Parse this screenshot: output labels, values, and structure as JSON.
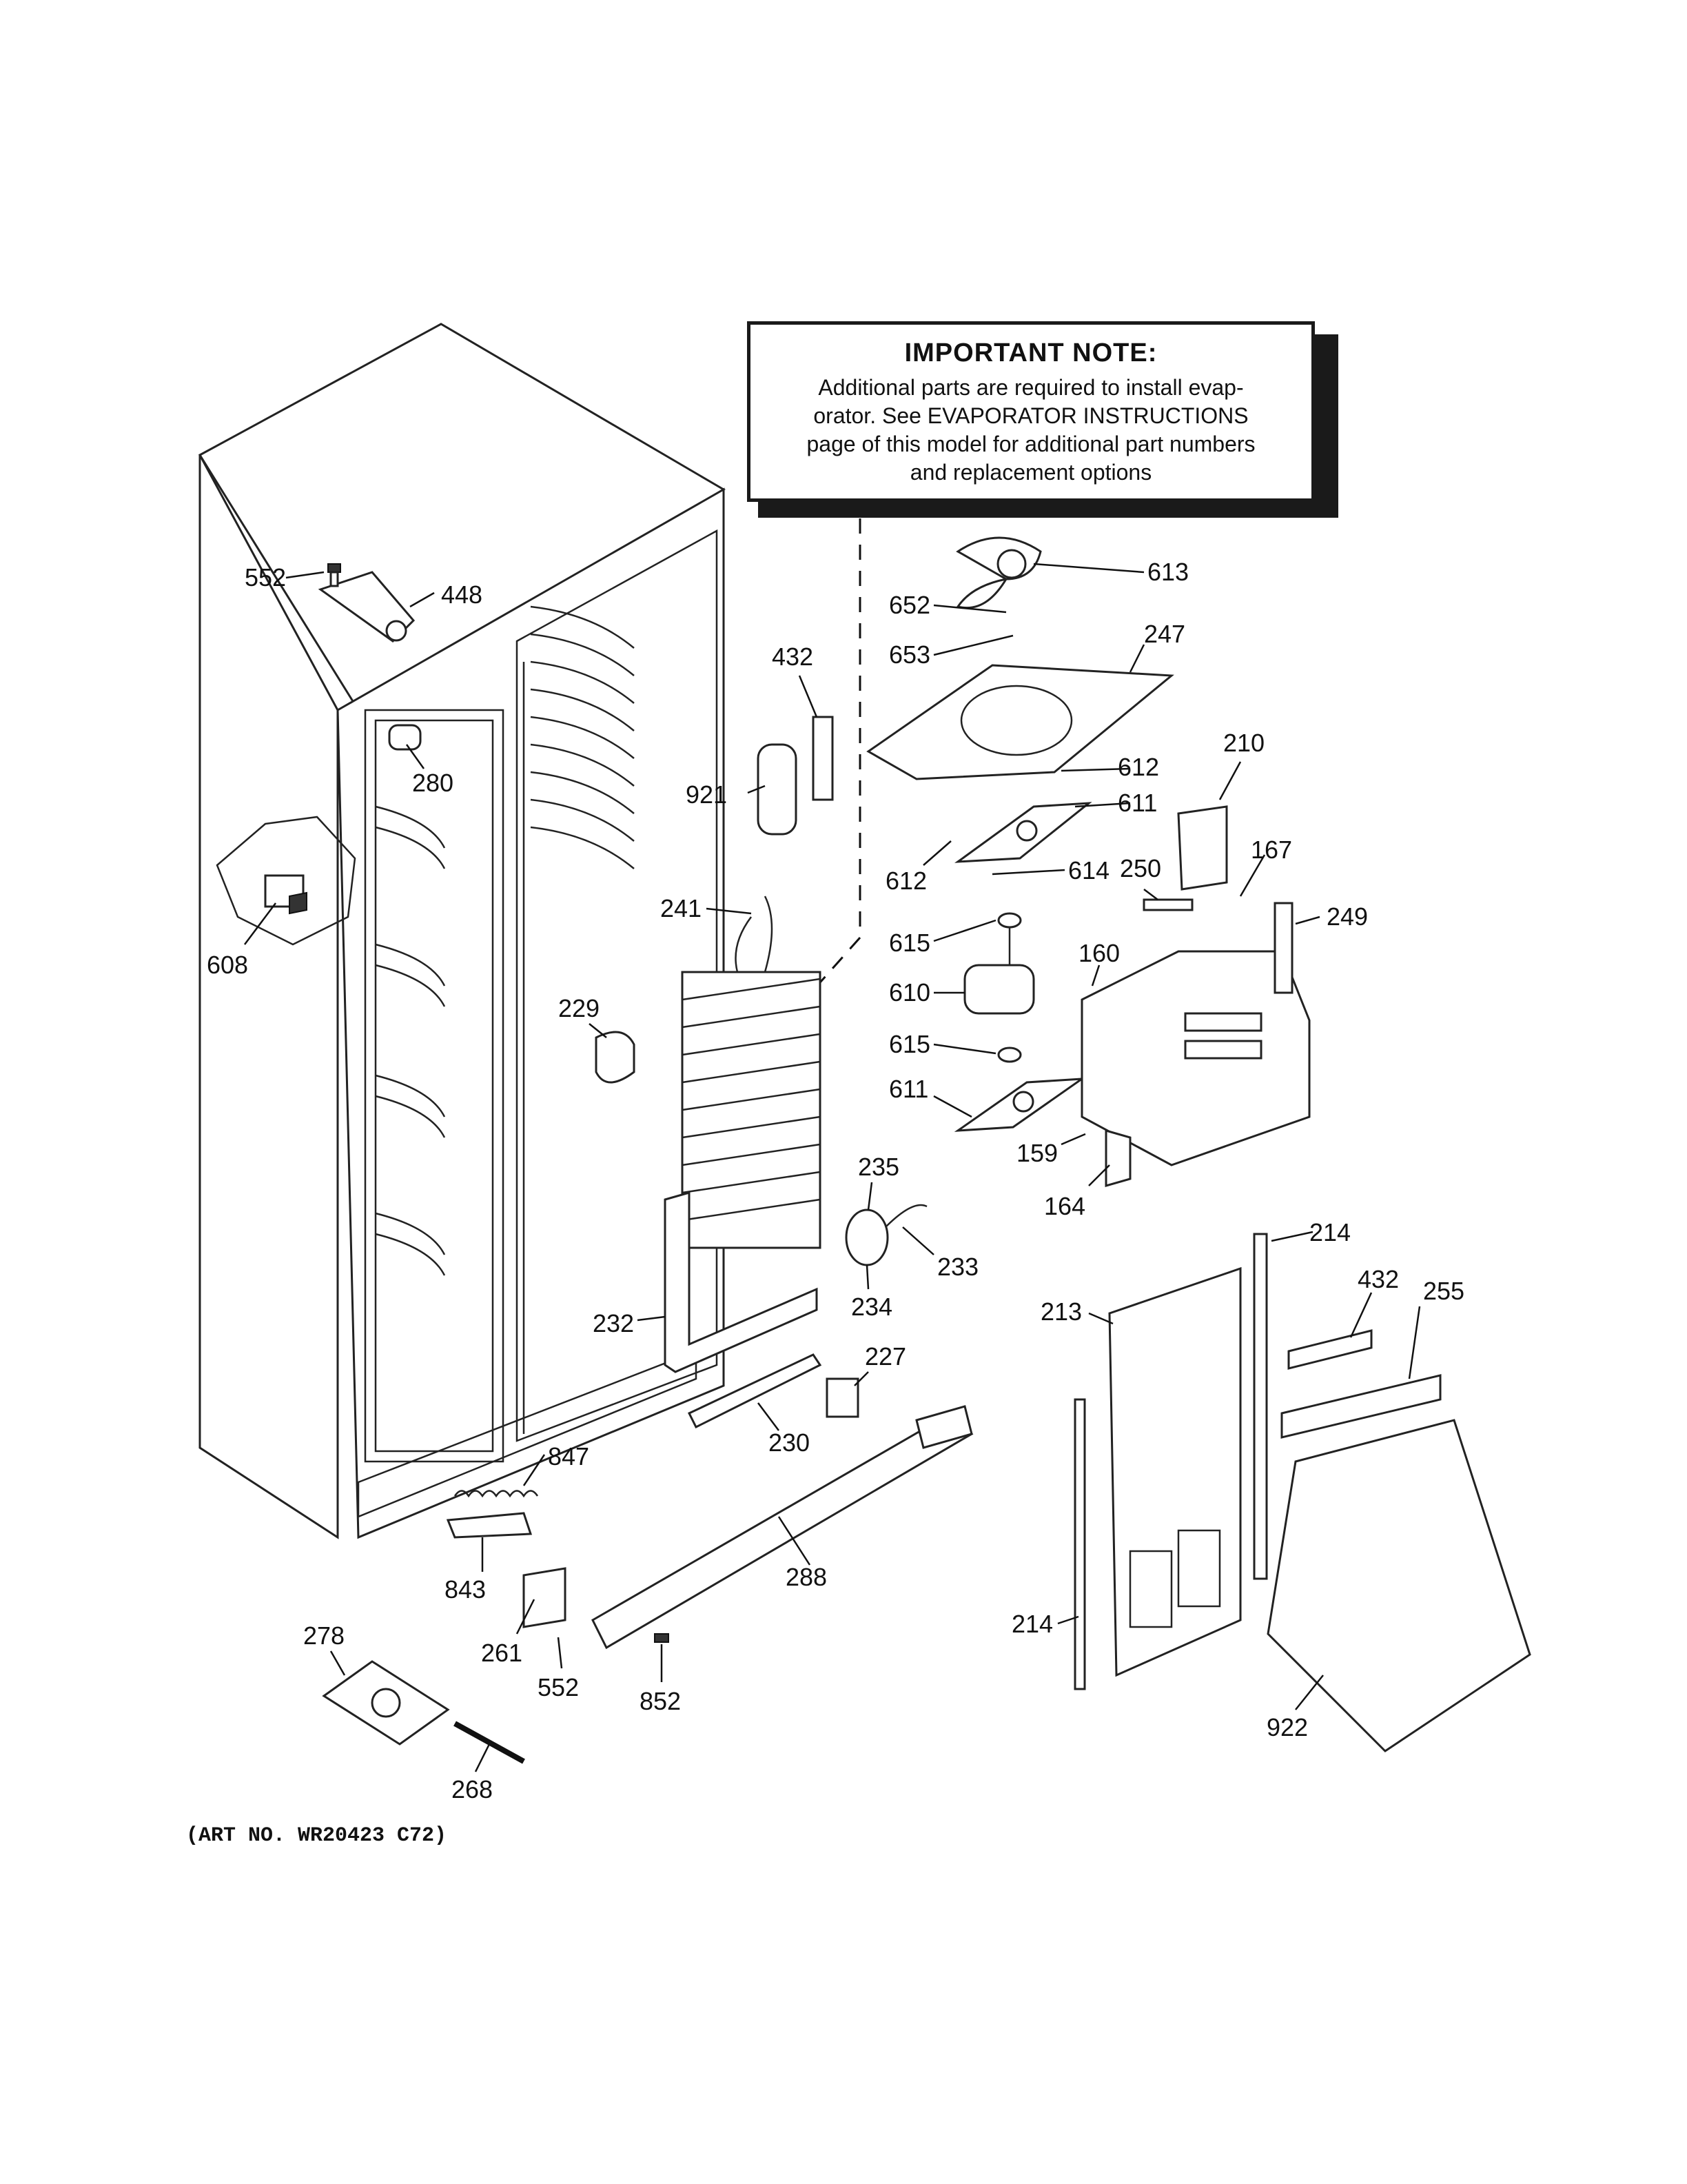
{
  "note": {
    "title": "IMPORTANT NOTE:",
    "lines": [
      "Additional parts are required to install evap-",
      "orator.  See EVAPORATOR INSTRUCTIONS",
      "page of this model for additional part numbers",
      "and replacement options"
    ]
  },
  "art_number": "(ART NO. WR20423 C72)",
  "callouts": {
    "c552a": "552",
    "c448": "448",
    "c280": "280",
    "c608": "608",
    "c432a": "432",
    "c921": "921",
    "c241": "241",
    "c229": "229",
    "c613": "613",
    "c652": "652",
    "c653": "653",
    "c247": "247",
    "c612a": "612",
    "c611a": "611",
    "c612b": "612",
    "c614": "614",
    "c210": "210",
    "c167": "167",
    "c250": "250",
    "c249": "249",
    "c615a": "615",
    "c610": "610",
    "c160": "160",
    "c615b": "615",
    "c611b": "611",
    "c159": "159",
    "c164": "164",
    "c235": "235",
    "c233": "233",
    "c234": "234",
    "c232": "232",
    "c227": "227",
    "c230": "230",
    "c847": "847",
    "c843": "843",
    "c288": "288",
    "c261": "261",
    "c552b": "552",
    "c852": "852",
    "c278": "278",
    "c268": "268",
    "c214a": "214",
    "c213": "213",
    "c432b": "432",
    "c255": "255",
    "c214b": "214",
    "c922": "922"
  }
}
